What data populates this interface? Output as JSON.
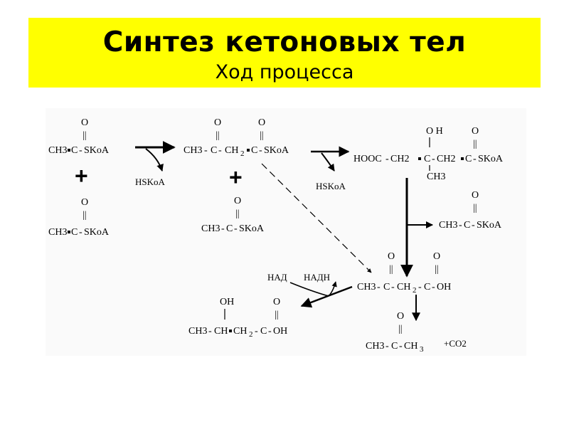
{
  "title": "Синтез кетоновых тел",
  "subtitle": "Ход процесса",
  "colors": {
    "title_bg": "#ffff00",
    "scheme_bg": "#fafafa",
    "ink": "#000000"
  },
  "atoms": {
    "oxygen": "O",
    "double_bond": "||",
    "single_bond": "|"
  },
  "acetyl_coa": {
    "ch3": "CH3",
    "c": "C",
    "skoa": "SKoA"
  },
  "acetoacetyl_coa": {
    "ch3": "CH3",
    "c1": "C",
    "ch": "CH",
    "sub2": "2",
    "c2": "C",
    "skoa": "SKoA"
  },
  "hmg_coa": {
    "hooc": "HOOC",
    "ch2a": "CH2",
    "c": "C",
    "ch2b": "CH2",
    "c2": "C",
    "skoa": "SKoA",
    "oh": "O H",
    "ch3": "CH3"
  },
  "acetoacetate": {
    "ch3": "CH3",
    "c1": "C",
    "ch": "CH",
    "sub2": "2",
    "c2": "C",
    "oh": "OH"
  },
  "hydroxybutyrate": {
    "ch3": "CH3",
    "ch1": "CH",
    "ch2": "CH",
    "sub2": "2",
    "c": "C",
    "oh": "OH",
    "top_oh": "OH"
  },
  "acetone": {
    "ch3a": "CH3",
    "c": "C",
    "ch": "CH",
    "sub3": "3"
  },
  "plus": "+",
  "hskoa": "HSKoA",
  "nad": "НАД",
  "nadh": "НАДН",
  "co2": "+CO2"
}
